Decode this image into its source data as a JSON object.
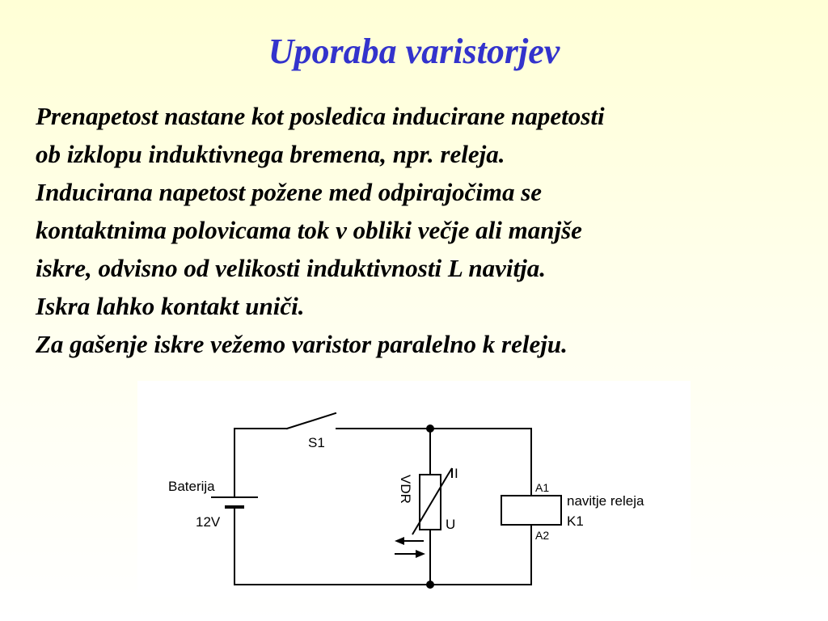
{
  "slide": {
    "title": "Uporaba varistorjev",
    "paragraph_lines": [
      "Prenapetost nastane kot posledica inducirane napetosti",
      "ob izklopu induktivnega bremena, npr. releja.",
      "Inducirana napetost požene med odpirajočima se",
      "kontaktnima polovicama tok v obliki večje ali manjše",
      "iskre, odvisno od velikosti induktivnosti L navitja.",
      "Iskra lahko kontakt uniči.",
      "Za gašenje iskre vežemo varistor paralelno k releju."
    ]
  },
  "diagram": {
    "switch_label": "S1",
    "battery_label": "Baterija",
    "battery_voltage": "12V",
    "varistor_label": "VDR",
    "voltage_symbol": "U",
    "current_symbol": "I",
    "relay_terminal_top": "A1",
    "relay_terminal_bottom": "A2",
    "relay_label_line1": "navitje releja",
    "relay_label_line2": "K1"
  },
  "colors": {
    "title": "#3333cc",
    "text": "#000000",
    "background_top": "#ffffd6",
    "diagram_background": "#ffffff"
  }
}
